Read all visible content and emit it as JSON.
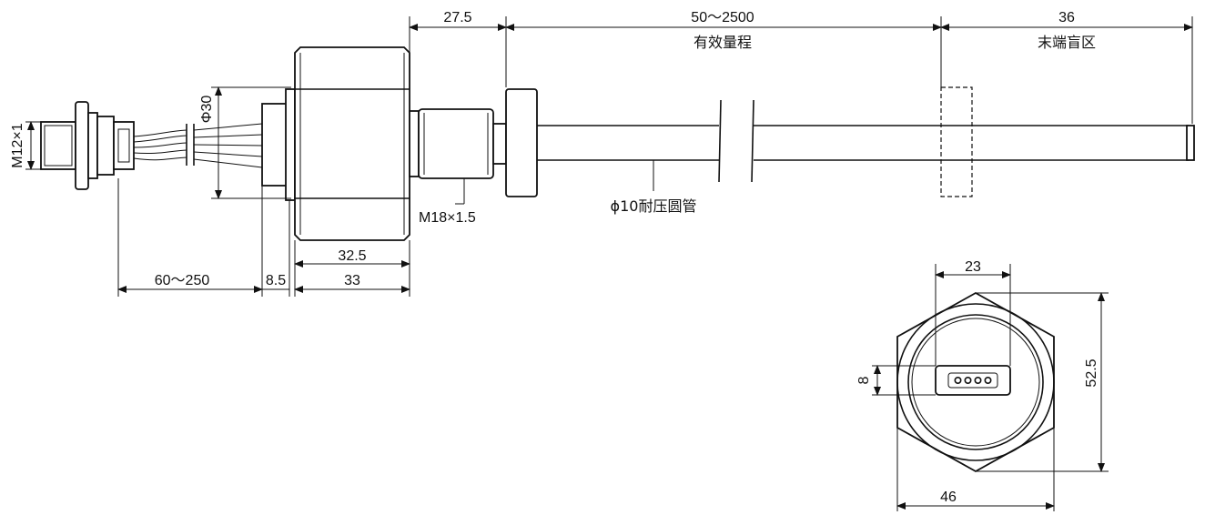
{
  "drawing": {
    "front_view": {
      "dimensions": {
        "probe_collar_length": "27.5",
        "effective_range": "50～2500",
        "effective_range_caption": "有效量程",
        "blind_zone": "36",
        "blind_zone_caption": "末端盲区",
        "connector_thread": "M12×1",
        "housing_diameter": "Φ30",
        "process_thread": "M18×1.5",
        "tube_spec": "ϕ10耐压圆管",
        "hex_width_inner": "32.5",
        "cable_length": "60～250",
        "flange_thickness": "8.5",
        "hex_length": "33"
      }
    },
    "end_view": {
      "dimensions": {
        "connector_width": "23",
        "across_corners": "52.5",
        "slot_height": "8",
        "across_flats": "46"
      },
      "pin_count": 4
    }
  }
}
